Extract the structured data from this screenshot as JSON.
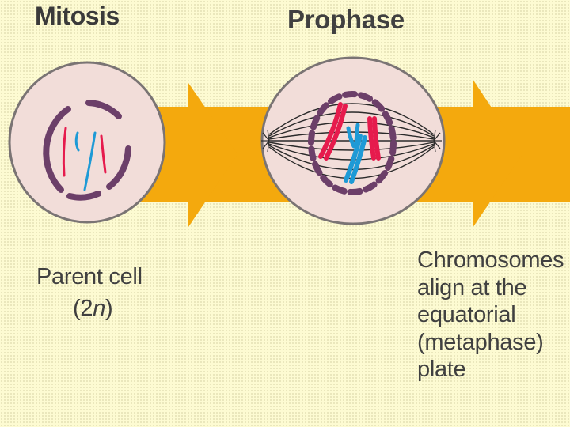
{
  "headings": {
    "left": "Mitosis",
    "center": "Prophase"
  },
  "captions": {
    "parent_cell": {
      "line1": "Parent cell",
      "line2_prefix": "(2",
      "line2_italic": "n",
      "line2_suffix": ")"
    },
    "metaphase": [
      "Chromosomes",
      "align at the",
      "equatorial",
      "(metaphase)",
      "plate"
    ]
  },
  "colors": {
    "background": "#fdfbd2",
    "arrow": "#f4a90d",
    "cell_fill": "#f2ddd9",
    "cell_outline": "#6b6b6b",
    "nuclear_envelope": "#6c3f69",
    "chromosome_red": "#e61b4d",
    "chromosome_blue": "#1e9ad6",
    "spindle": "#2a2a2a"
  }
}
